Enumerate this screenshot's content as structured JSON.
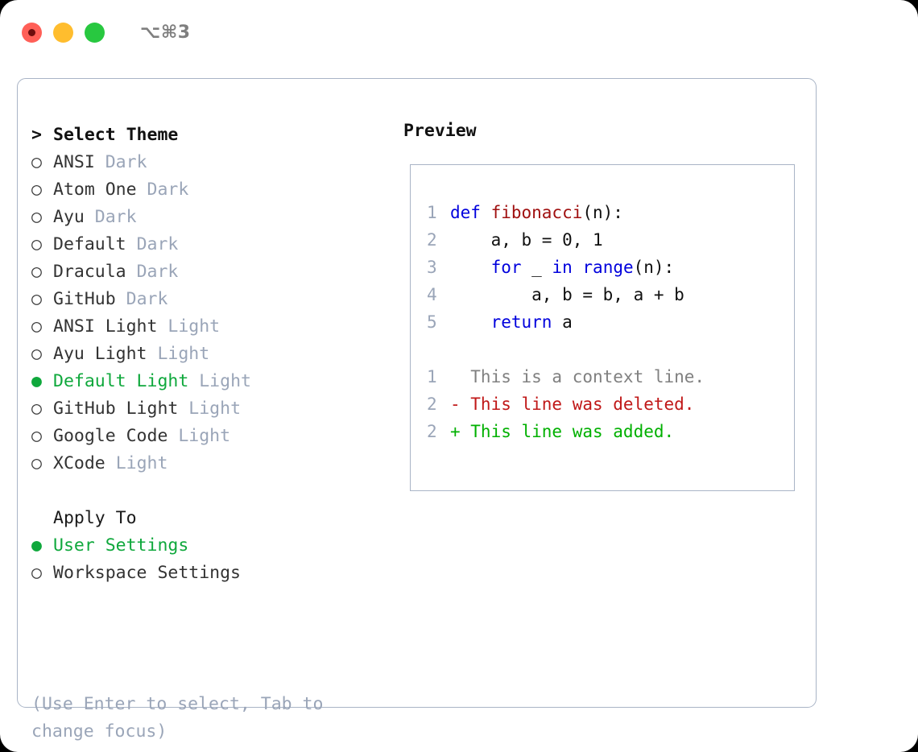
{
  "titlebar": {
    "shortcut": "⌥⌘3",
    "buttons": [
      {
        "name": "close",
        "color": "#ff5f57"
      },
      {
        "name": "minimize",
        "color": "#ffbd2e"
      },
      {
        "name": "maximize",
        "color": "#28c840"
      }
    ]
  },
  "theme_list": {
    "heading_marker": ">",
    "heading": "Select Theme",
    "items": [
      {
        "marker": "○",
        "label": "ANSI",
        "suffix": "Dark",
        "selected": false
      },
      {
        "marker": "○",
        "label": "Atom One",
        "suffix": "Dark",
        "selected": false
      },
      {
        "marker": "○",
        "label": "Ayu",
        "suffix": "Dark",
        "selected": false
      },
      {
        "marker": "○",
        "label": "Default",
        "suffix": "Dark",
        "selected": false
      },
      {
        "marker": "○",
        "label": "Dracula",
        "suffix": "Dark",
        "selected": false
      },
      {
        "marker": "○",
        "label": "GitHub",
        "suffix": "Dark",
        "selected": false
      },
      {
        "marker": "○",
        "label": "ANSI Light",
        "suffix": "Light",
        "selected": false
      },
      {
        "marker": "○",
        "label": "Ayu Light",
        "suffix": "Light",
        "selected": false
      },
      {
        "marker": "●",
        "label": "Default Light",
        "suffix": "Light",
        "selected": true
      },
      {
        "marker": "○",
        "label": "GitHub Light",
        "suffix": "Light",
        "selected": false
      },
      {
        "marker": "○",
        "label": "Google Code",
        "suffix": "Light",
        "selected": false
      },
      {
        "marker": "○",
        "label": "XCode",
        "suffix": "Light",
        "selected": false
      }
    ]
  },
  "apply_to": {
    "title": "Apply To",
    "options": [
      {
        "marker": "●",
        "label": "User Settings",
        "selected": true
      },
      {
        "marker": "○",
        "label": "Workspace Settings",
        "selected": false
      }
    ]
  },
  "hint": "(Use Enter to select, Tab to change focus)",
  "preview": {
    "title": "Preview",
    "code_lines": [
      {
        "lineno": "1",
        "tokens": [
          {
            "t": "def ",
            "c": "kw"
          },
          {
            "t": "fibonacci",
            "c": "fn"
          },
          {
            "t": "(n):",
            "c": "punc"
          }
        ]
      },
      {
        "lineno": "2",
        "tokens": [
          {
            "t": "    a, b = 0, 1",
            "c": "plain"
          }
        ]
      },
      {
        "lineno": "3",
        "tokens": [
          {
            "t": "    ",
            "c": "plain"
          },
          {
            "t": "for",
            "c": "kw"
          },
          {
            "t": " _ ",
            "c": "plain"
          },
          {
            "t": "in",
            "c": "kw"
          },
          {
            "t": " ",
            "c": "plain"
          },
          {
            "t": "range",
            "c": "kw"
          },
          {
            "t": "(n):",
            "c": "punc"
          }
        ]
      },
      {
        "lineno": "4",
        "tokens": [
          {
            "t": "        a, b = b, a + b",
            "c": "plain"
          }
        ]
      },
      {
        "lineno": "5",
        "tokens": [
          {
            "t": "    ",
            "c": "plain"
          },
          {
            "t": "return",
            "c": "kw"
          },
          {
            "t": " a",
            "c": "plain"
          }
        ]
      }
    ],
    "diff_lines": [
      {
        "lineno": "1",
        "text": "  This is a context line.",
        "kind": "context"
      },
      {
        "lineno": "2",
        "text": "- This line was deleted.",
        "kind": "del"
      },
      {
        "lineno": "2",
        "text": "+ This line was added.",
        "kind": "add"
      }
    ]
  },
  "colors": {
    "selected_green": "#0fa83c",
    "muted_gray": "#9aa5b8",
    "border": "#a9b4c6",
    "keyword_blue": "#0000dd",
    "function_red": "#a01010",
    "diff_delete": "#c01818",
    "diff_add": "#00b000"
  }
}
